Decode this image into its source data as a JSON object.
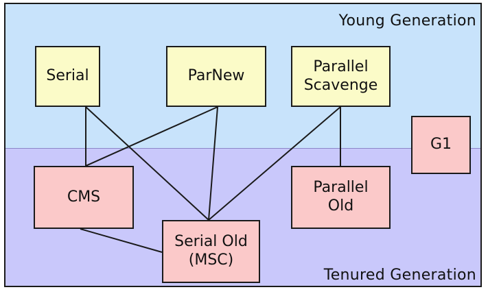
{
  "regions": {
    "young_label": "Young Generation",
    "tenured_label": "Tenured Generation"
  },
  "collectors": {
    "serial": {
      "lines": [
        "Serial"
      ]
    },
    "parnew": {
      "lines": [
        "ParNew"
      ]
    },
    "parallel_scavenge": {
      "lines": [
        "Parallel",
        "Scavenge"
      ]
    },
    "cms": {
      "lines": [
        "CMS"
      ]
    },
    "serial_old": {
      "lines": [
        "Serial Old",
        "(MSC)"
      ]
    },
    "parallel_old": {
      "lines": [
        "Parallel",
        "Old"
      ]
    },
    "g1": {
      "lines": [
        "G1"
      ]
    }
  },
  "connections": [
    [
      "serial",
      "cms"
    ],
    [
      "serial",
      "serial_old"
    ],
    [
      "parnew",
      "cms"
    ],
    [
      "parnew",
      "serial_old"
    ],
    [
      "parallel_scavenge",
      "serial_old"
    ],
    [
      "parallel_scavenge",
      "parallel_old"
    ],
    [
      "cms",
      "serial_old"
    ]
  ],
  "colors": {
    "young_region": "#c8e3fb",
    "tenured_region": "#c9c8fb",
    "young_box": "#fbfbc8",
    "old_box": "#fbc9c9",
    "line": "#1a1a1a"
  }
}
